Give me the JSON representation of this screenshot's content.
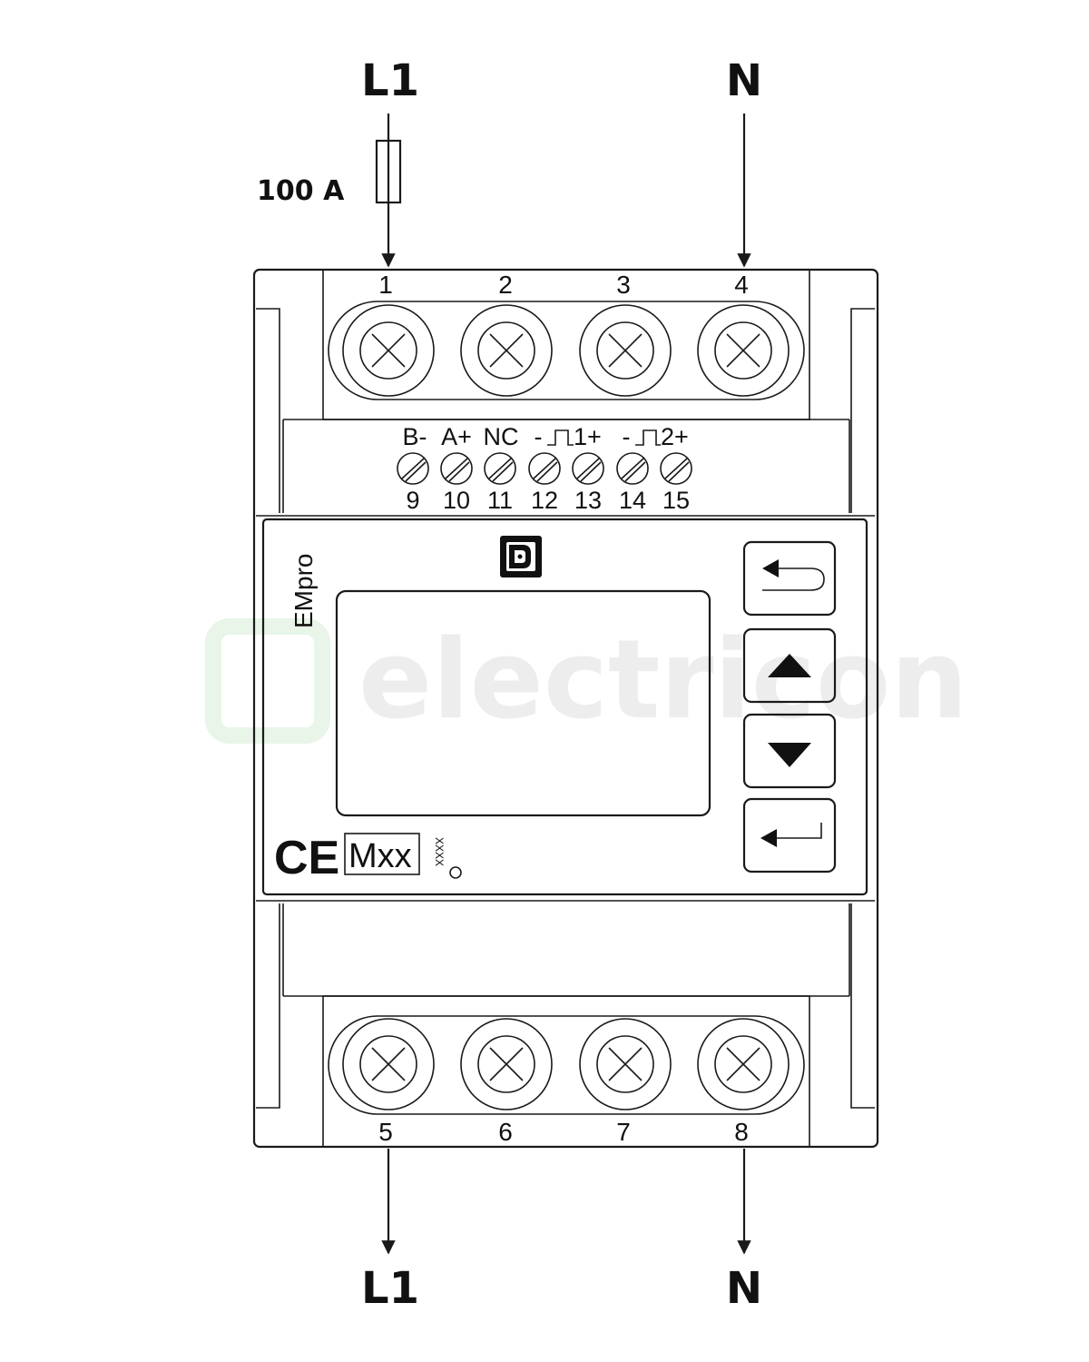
{
  "wires": {
    "top_left": "L1",
    "top_right": "N",
    "bottom_left": "L1",
    "bottom_right": "N"
  },
  "fuse": {
    "rating": "100 A"
  },
  "terminals": {
    "top": [
      "1",
      "2",
      "3",
      "4"
    ],
    "bottom": [
      "5",
      "6",
      "7",
      "8"
    ],
    "signal_labels": [
      "B-",
      "A+",
      "NC",
      "-",
      "1+",
      "-",
      "2+"
    ],
    "signal_numbers": [
      "9",
      "10",
      "11",
      "12",
      "13",
      "14",
      "15"
    ]
  },
  "device": {
    "brand": "EMpro",
    "cert_mark": "CE",
    "metrology_mark": "Mxx",
    "metrology_code": "XXXX"
  },
  "buttons": [
    "back",
    "up",
    "down",
    "enter"
  ],
  "watermark": "electricon"
}
